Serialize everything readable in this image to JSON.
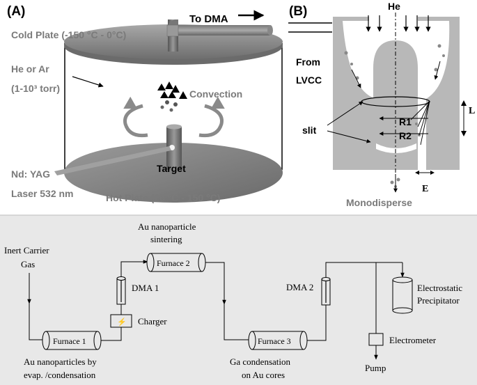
{
  "panel_a": {
    "label": "(A)",
    "to_dma": "To DMA",
    "cold_plate": "Cold Plate (-150 °C - 0°C)",
    "gas": "He or Ar",
    "pressure": "(1-10³ torr)",
    "convection": "Convection",
    "laser_line1": "Nd: YAG",
    "laser_line2": "Laser 532 nm",
    "target": "Target",
    "hot_plate": "Hot Plate (20 °C - 150 °C)"
  },
  "panel_b": {
    "label": "(B)",
    "he": "He",
    "from_line1": "From",
    "from_line2": "LVCC",
    "slit": "slit",
    "r1": "R1",
    "r2": "R2",
    "l": "L",
    "e": "E",
    "monodisperse": "Monodisperse"
  },
  "flow": {
    "inert_line1": "Inert Carrier",
    "inert_line2": "Gas",
    "furnace1": "Furnace 1",
    "furnace2": "Furnace 2",
    "furnace3": "Furnace 3",
    "dma1": "DMA 1",
    "dma2": "DMA 2",
    "charger": "Charger",
    "charger_symbol": "⚡",
    "sinter_line1": "Au nanoparticle",
    "sinter_line2": "sintering",
    "evap_line1": "Au nanoparticles by",
    "evap_line2": "evap. /condensation",
    "ga_line1": "Ga condensation",
    "ga_line2": "on Au cores",
    "precip_line1": "Electrostatic",
    "precip_line2": "Precipitator",
    "electrometer": "Electrometer",
    "pump": "Pump"
  },
  "colors": {
    "plate_gray": "#8a8a8a",
    "label_gray": "#7a7a7a",
    "panel_bg": "#e8e8e8",
    "wall_gray": "#b8b8b8"
  }
}
